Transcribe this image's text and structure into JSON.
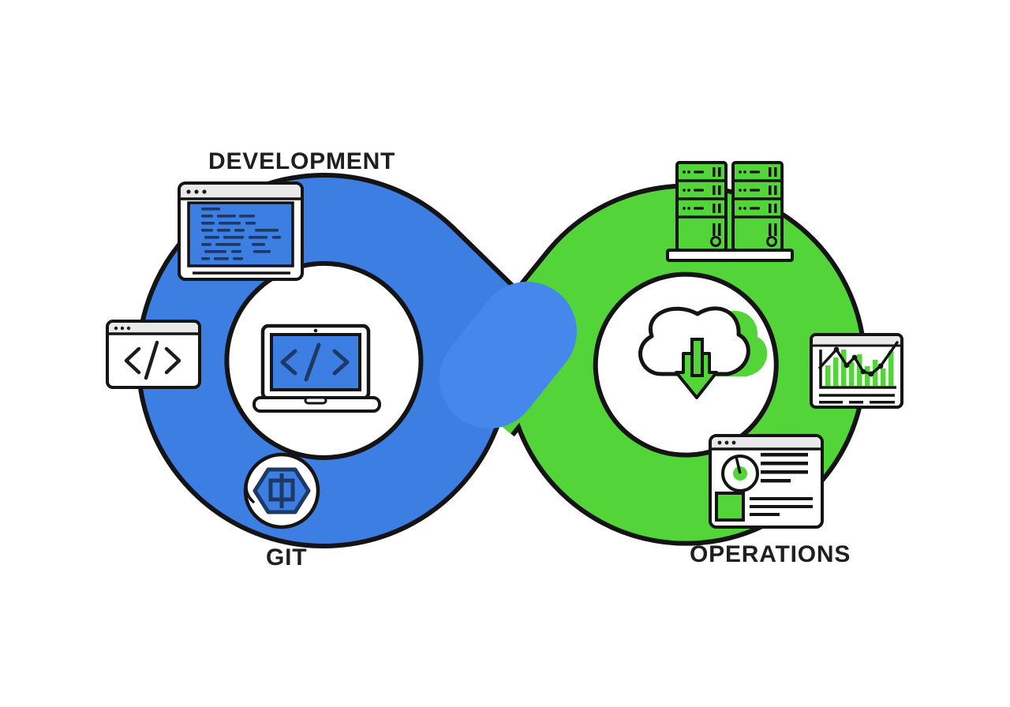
{
  "diagram_title": "devops-infinity-loop",
  "labels": {
    "development": "DEVELOPMENT",
    "git": "GIT",
    "operations": "OPERATIONS"
  },
  "colors": {
    "blue": "#3d7ee3",
    "blue_capsule": "#4687ec",
    "green": "#53d53a",
    "navy": "#1d3a67",
    "outline": "#141414",
    "titlebar": "#e9e9e9",
    "window_dot": "#1c1c1c",
    "text": "#1f1f1f",
    "white": "#ffffff"
  },
  "icons": [
    {
      "name": "code-editor-window",
      "meaning": "source code on blue screen"
    },
    {
      "name": "browser-code-window",
      "meaning": "window with </> markup glyph"
    },
    {
      "name": "laptop-icon",
      "meaning": "laptop with </> on blue screen"
    },
    {
      "name": "git-badge",
      "meaning": "hexagonal git emblem in circle"
    },
    {
      "name": "server-rack-icon",
      "meaning": "two green server towers"
    },
    {
      "name": "cloud-download-icon",
      "meaning": "cloud with green deploy arrow"
    },
    {
      "name": "metrics-chart-window",
      "meaning": "bar and line monitoring chart"
    },
    {
      "name": "dashboard-window",
      "meaning": "gauge dashboard with report lines"
    }
  ],
  "code_window": {
    "rows": [
      [
        [
          8,
          24
        ]
      ],
      [
        [
          8,
          15
        ],
        [
          28,
          24
        ],
        [
          56,
          20
        ]
      ],
      [
        [
          8,
          17
        ],
        [
          30,
          28
        ],
        [
          64,
          13
        ]
      ],
      [
        [
          8,
          15
        ],
        [
          28,
          17
        ],
        [
          50,
          13
        ],
        [
          76,
          30
        ]
      ],
      [
        [
          12,
          19
        ],
        [
          36,
          26
        ],
        [
          68,
          24
        ],
        [
          98,
          11
        ]
      ],
      [
        [
          8,
          13
        ],
        [
          26,
          32
        ],
        [
          72,
          17
        ]
      ],
      [
        [
          12,
          28
        ],
        [
          46,
          13
        ],
        [
          74,
          22
        ]
      ],
      [
        [
          8,
          11
        ],
        [
          24,
          19
        ],
        [
          48,
          13
        ]
      ]
    ]
  },
  "servers": {
    "tower_count": 2,
    "slats_per_tower": 3
  },
  "metrics_chart": {
    "bar_heights": [
      26,
      36,
      46,
      30,
      40,
      25,
      33,
      22,
      44
    ],
    "line_points": [
      [
        1039,
        466
      ],
      [
        1060,
        443
      ],
      [
        1073,
        463
      ],
      [
        1083,
        453
      ],
      [
        1094,
        471
      ],
      [
        1104,
        474
      ],
      [
        1116,
        464
      ],
      [
        1137,
        434
      ]
    ],
    "dot_indices": [
      1,
      2,
      3,
      4,
      5,
      6
    ],
    "row_dashes": [
      [
        1038,
        30
      ],
      [
        1076,
        18
      ],
      [
        1102,
        32
      ]
    ]
  },
  "dashboard": {
    "right_line_widths": [
      60,
      60,
      60,
      38
    ],
    "bottom_line_widths": [
      80,
      80,
      38
    ]
  }
}
